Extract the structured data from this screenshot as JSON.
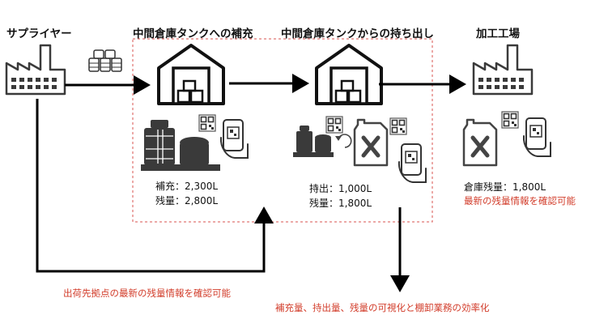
{
  "headings": {
    "supplier": "サプライヤー",
    "replenish": "中間倉庫タンクへの補充",
    "takeout": "中間倉庫タンクからの持ち出し",
    "factory": "加工工場"
  },
  "replenish_stats": {
    "supply": "補充：2,300L",
    "remaining": "残量：2,800L"
  },
  "takeout_stats": {
    "takeout": "持出：1,000L",
    "remaining": "残量：1,800L"
  },
  "factory_stats": {
    "stock": "倉庫残量：1,800L",
    "note": "最新の残量情報を確認可能"
  },
  "notes": {
    "shipper": "出荷先拠点の最新の残量情報を確認可能",
    "efficiency": "補充量、持出量、残量の可視化と棚卸業務の効率化"
  },
  "colors": {
    "annotation_red": "#d23c2a",
    "icon_dark": "#3a3a3a",
    "dashed_border": "#d9534f"
  },
  "icons": [
    "factory-icon",
    "barrels-icon",
    "warehouse-icon",
    "tank-icon",
    "jerrycan-icon",
    "qr-code-icon",
    "smartphone-hand-icon",
    "refresh-icon"
  ]
}
